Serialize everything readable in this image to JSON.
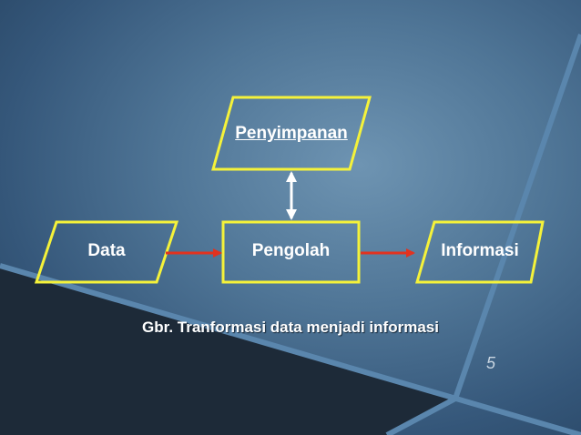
{
  "diagram": {
    "nodes": {
      "storage": "Penyimpanan",
      "input": "Data",
      "process": "Pengolah",
      "output": "Informasi"
    },
    "caption": "Gbr. Tranformasi data menjadi informasi",
    "page_number": "5"
  },
  "colors": {
    "box_border": "#f5f23a",
    "arrow_horizontal": "#e2321f",
    "arrow_vertical": "#ffffff"
  }
}
